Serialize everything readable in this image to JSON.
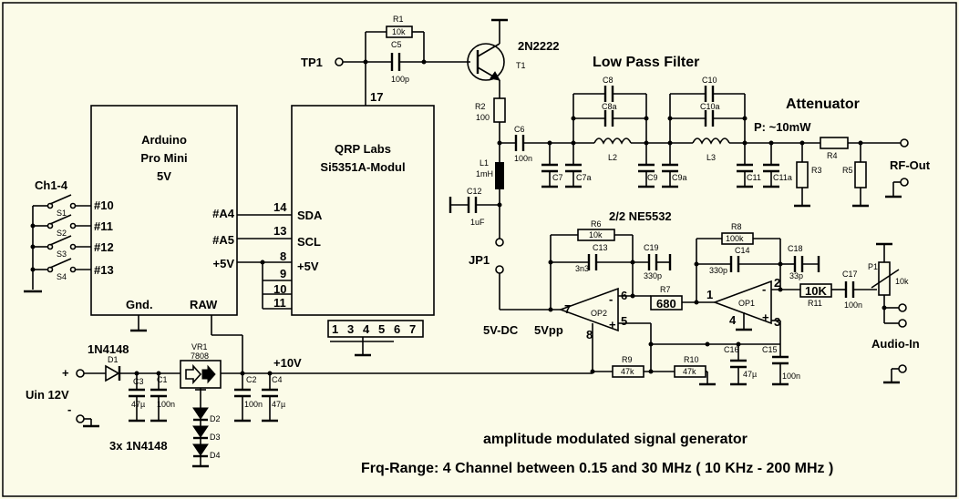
{
  "title": "amplitude modulated signal generator",
  "subtitle": "Frq-Range: 4 Channel between 0.15 and 30 MHz ( 10 KHz - 200 MHz )",
  "section_labels": {
    "lpf": "Low Pass Filter",
    "attenuator": "Attenuator",
    "power": "P: ~10mW",
    "opamp": "2/2 NE5532"
  },
  "modules": {
    "arduino": [
      "Arduino",
      "Pro Mini",
      "5V"
    ],
    "si5351": [
      "QRP Labs",
      "Si5351A-Modul"
    ]
  },
  "arduino_pins": [
    "#10",
    "#11",
    "#12",
    "#13",
    "#A4",
    "#A5",
    "+5V",
    "Gnd.",
    "RAW"
  ],
  "si_pins": [
    "14",
    "13",
    "8",
    "9",
    "10",
    "11",
    "17",
    "SDA",
    "SCL",
    "+5V"
  ],
  "si_bottom_pins": [
    "1",
    "3",
    "4",
    "5",
    "6",
    "7"
  ],
  "ports": {
    "tp1": "TP1",
    "rf_out": "RF-Out",
    "audio_in": "Audio-In",
    "jp1": "JP1",
    "uin": "Uin 12V",
    "plus": "+",
    "minus": "-",
    "v10": "+10V",
    "dc5": "5V-DC",
    "vpp5": "5Vpp",
    "ch": "Ch1-4"
  },
  "switches": [
    "S1",
    "S2",
    "S3",
    "S4"
  ],
  "transistor": {
    "name": "2N2222",
    "ref": "T1"
  },
  "regulator": {
    "ref": "VR1",
    "part": "7808"
  },
  "diodes": {
    "d1_part": "1N4148",
    "d1": "D1",
    "stack_part": "3x 1N4148",
    "d2": "D2",
    "d3": "D3",
    "d4": "D4"
  },
  "opamps": {
    "op1": "OP1",
    "op2": "OP2",
    "op1_pins": [
      "1",
      "2",
      "3",
      "4",
      "+",
      "-"
    ],
    "op2_pins": [
      "7",
      "6",
      "5",
      "8",
      "-",
      "+"
    ]
  },
  "resistors": {
    "r1": [
      "R1",
      "10k"
    ],
    "r2": [
      "R2",
      "100"
    ],
    "r3": [
      "R3"
    ],
    "r4": [
      "R4"
    ],
    "r5": [
      "R5"
    ],
    "r6": [
      "R6",
      "10k"
    ],
    "r7": [
      "R7",
      "680"
    ],
    "r8": [
      "R8",
      "100k"
    ],
    "r9": [
      "R9",
      "47k"
    ],
    "r10": [
      "R10",
      "47k"
    ],
    "r11": [
      "R11",
      "10K"
    ],
    "p1": [
      "P1",
      "10k"
    ]
  },
  "capacitors": {
    "c1": [
      "C1",
      "100n"
    ],
    "c2": [
      "C2",
      "100n"
    ],
    "c3": [
      "C3",
      "47µ"
    ],
    "c4": [
      "C4",
      "47µ"
    ],
    "c5": [
      "C5",
      "100p"
    ],
    "c6": [
      "C6",
      "100n"
    ],
    "c7": [
      "C7"
    ],
    "c7a": [
      "C7a"
    ],
    "c8": [
      "C8"
    ],
    "c8a": [
      "C8a"
    ],
    "c9": [
      "C9"
    ],
    "c9a": [
      "C9a"
    ],
    "c10": [
      "C10"
    ],
    "c10a": [
      "C10a"
    ],
    "c11": [
      "C11"
    ],
    "c11a": [
      "C11a"
    ],
    "c12": [
      "C12",
      "1uF"
    ],
    "c13": [
      "C13",
      "3n3"
    ],
    "c14": [
      "C14",
      "330p"
    ],
    "c15": [
      "C15",
      "100n"
    ],
    "c16": [
      "C16",
      "47µ"
    ],
    "c17": [
      "C17",
      "100n"
    ],
    "c18": [
      "C18",
      "33p"
    ],
    "c19": [
      "C19",
      "330p"
    ]
  },
  "inductors": {
    "l1": [
      "L1",
      "1mH"
    ],
    "l2": [
      "L2"
    ],
    "l3": [
      "L3"
    ]
  }
}
